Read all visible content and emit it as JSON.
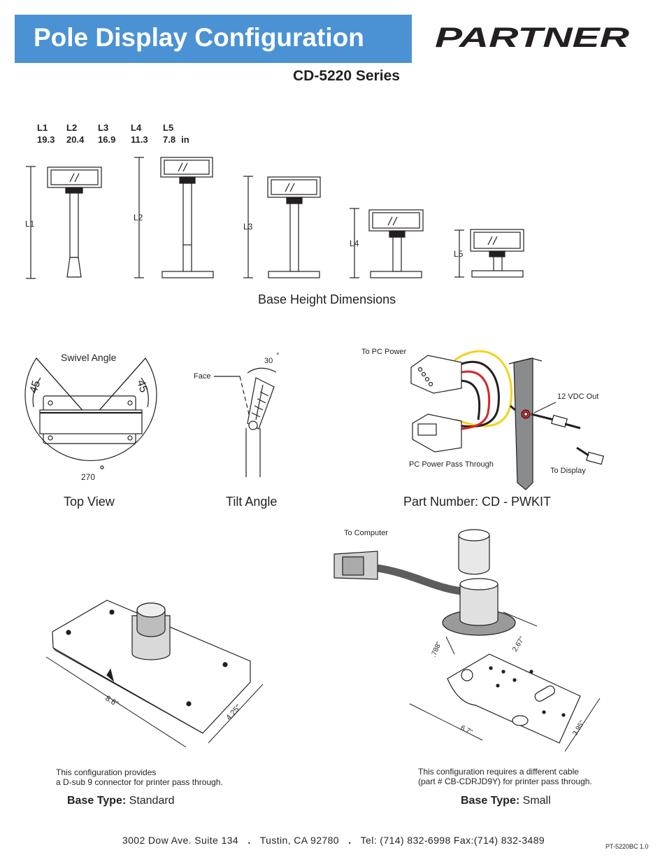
{
  "header": {
    "title": "Pole Display Configuration",
    "subtitle": "CD-5220 Series",
    "logo_text": "PARTNER"
  },
  "dimensions": {
    "labels": [
      "L1",
      "L2",
      "L3",
      "L4",
      "L5"
    ],
    "values": [
      "19.3",
      "20.4",
      "16.9",
      "11.3",
      "7.8"
    ],
    "unit": "in",
    "diagram_labels": [
      "L1",
      "L2",
      "L3",
      "L4",
      "L5"
    ],
    "caption": "Base Height Dimensions"
  },
  "top_view": {
    "swivel_label": "Swivel Angle",
    "angle_left": "45",
    "angle_right": "45",
    "angle_bottom": "270",
    "caption": "Top View"
  },
  "tilt": {
    "face_label": "Face",
    "angle": "30",
    "caption": "Tilt Angle"
  },
  "power_kit": {
    "to_pc_power": "To PC Power",
    "vdc_out": "12 VDC Out",
    "pass_through": "PC Power Pass Through",
    "to_display": "To Display",
    "caption": "Part Number: CD - PWKIT"
  },
  "standard_base": {
    "dim_length": "8.6\"",
    "dim_width": "4.25\"",
    "note_line1": "This configuration provides",
    "note_line2": "a D-sub 9 connector for printer pass through.",
    "base_type_label": "Base Type:",
    "base_type_value": "Standard"
  },
  "small_base": {
    "to_computer": "To Computer",
    "dim_a": ".788\"",
    "dim_b": "2.67\"",
    "dim_length": "6.7\"",
    "dim_width": "3.95\"",
    "note_line1": "This configuration requires a different cable",
    "note_line2": "(part # CB-CDRJD9Y) for printer pass through.",
    "base_type_label": "Base Type:",
    "base_type_value": "Small"
  },
  "footer": {
    "address": "3002 Dow Ave. Suite 134",
    "city": "Tustin, CA 92780",
    "phone": "Tel: (714) 832-6998  Fax:(714) 832-3489",
    "doc_number": "PT-5220BC  1.0"
  },
  "colors": {
    "title_bar": "#4a92d4",
    "wire_yellow": "#f3d21a",
    "wire_red": "#d9252a",
    "bracket_gray": "#8a8b8d"
  }
}
